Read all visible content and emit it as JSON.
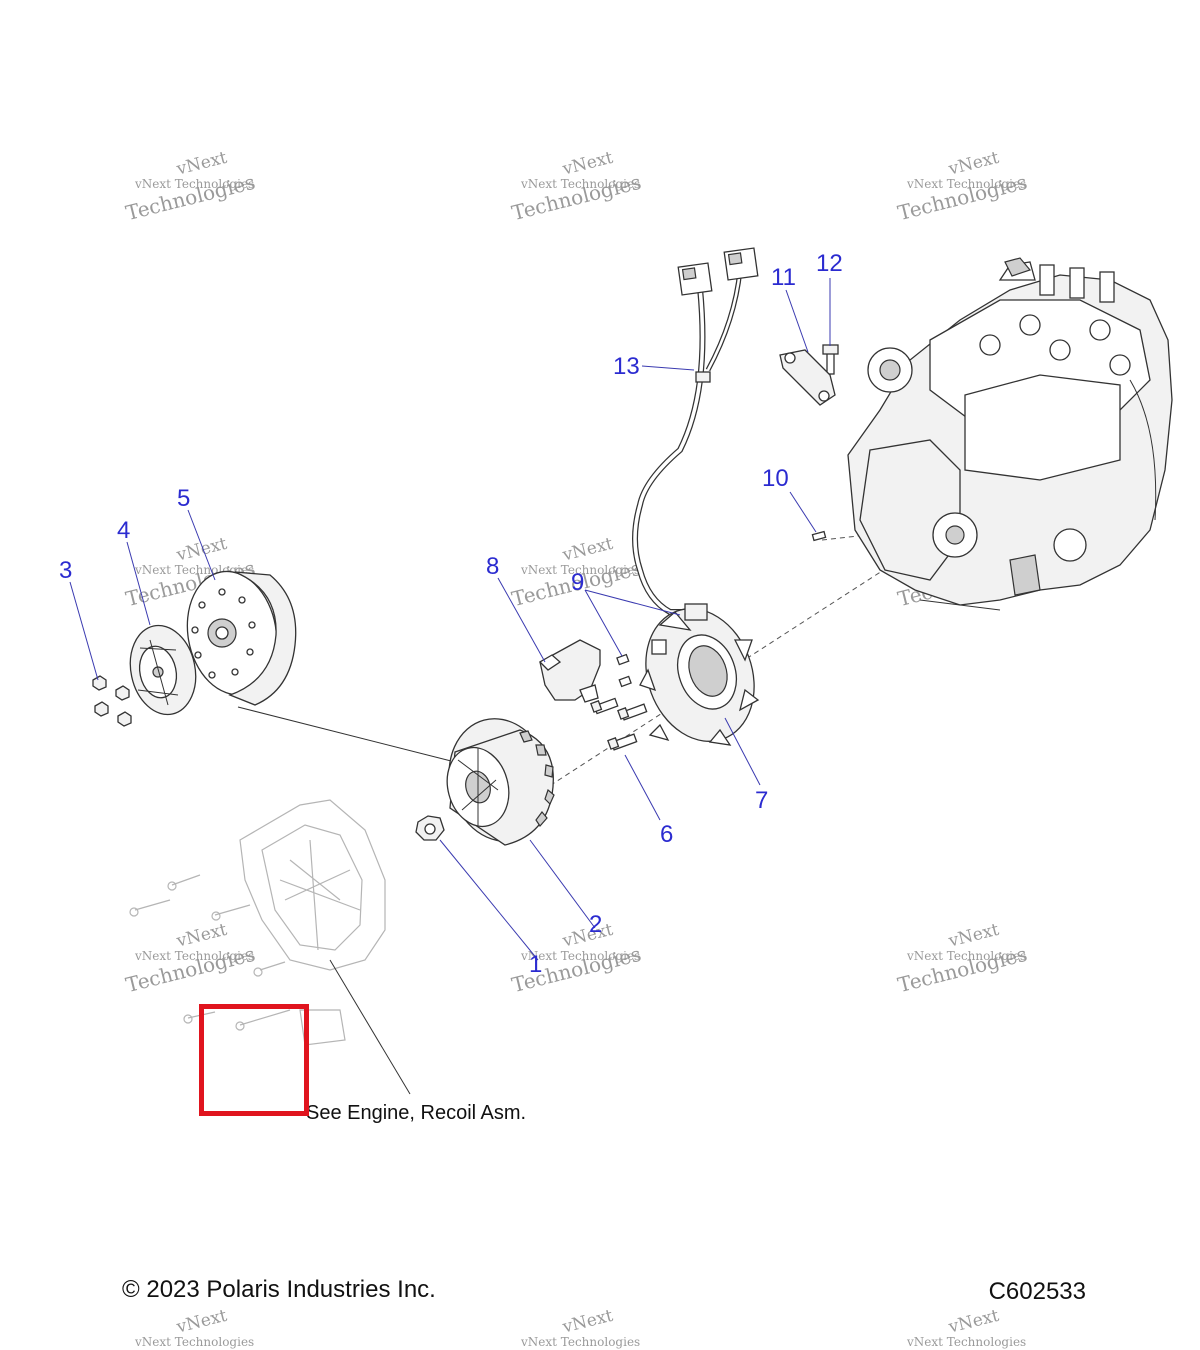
{
  "watermark": {
    "line1": "vNext",
    "line2": "vNext Technologies",
    "line3": "Technologies"
  },
  "callouts": {
    "c1": "1",
    "c2": "2",
    "c3": "3",
    "c4": "4",
    "c5": "5",
    "c6": "6",
    "c7": "7",
    "c8": "8",
    "c9": "9",
    "c10": "10",
    "c11": "11",
    "c12": "12",
    "c13": "13"
  },
  "note": {
    "recoil": "See Engine, Recoil Asm."
  },
  "footer": {
    "copyright": "© 2023 Polaris Industries Inc.",
    "figure_code": "C602533"
  },
  "colors": {
    "callout": "#2b2bd0",
    "highlight": "#e0141e"
  }
}
